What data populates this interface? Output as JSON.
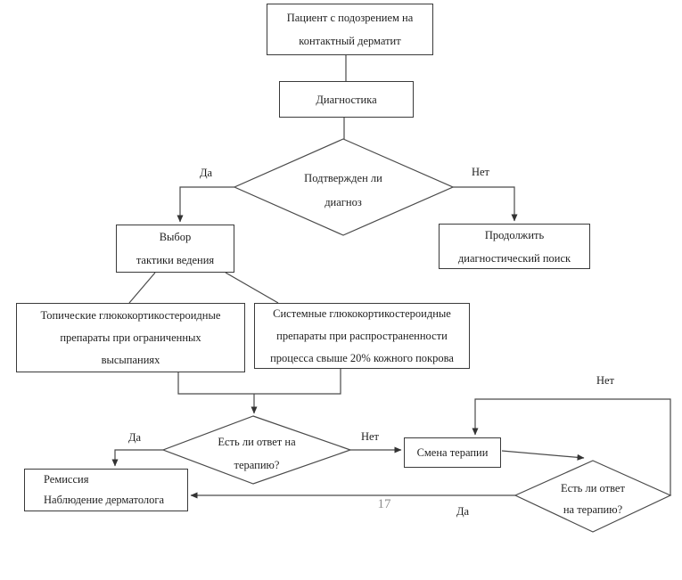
{
  "page": {
    "number": "17"
  },
  "flowchart": {
    "nodes": {
      "patient": {
        "lines": [
          "Пациент с подозрением на",
          "контактный дерматит"
        ]
      },
      "diagnostics": {
        "label": "Диагностика"
      },
      "confirm_diamond": {
        "lines": [
          "Подтвержден ли",
          "диагноз"
        ]
      },
      "tactics": {
        "lines": [
          "Выбор",
          "тактики ведения"
        ]
      },
      "continue_search": {
        "lines": [
          "Продолжить",
          "диагностический поиск"
        ]
      },
      "topical": {
        "lines": [
          "Топические глюкокортикостероидные",
          "препараты при ограниченных",
          "высыпаниях"
        ]
      },
      "systemic": {
        "lines": [
          "Системные глюкокортикостероидные",
          "препараты при распространенности",
          "процесса свыше 20% кожного покрова"
        ]
      },
      "response1_diamond": {
        "lines": [
          "Есть ли ответ на",
          "терапию?"
        ]
      },
      "remission": {
        "lines": [
          "Ремиссия",
          "Наблюдение дерматолога"
        ]
      },
      "change_therapy": {
        "label": "Смена терапии"
      },
      "response2_diamond": {
        "lines": [
          "Есть ли ответ",
          "на терапию?"
        ]
      }
    },
    "edge_labels": {
      "confirm_yes": "Да",
      "confirm_no": "Нет",
      "response1_yes": "Да",
      "response1_no": "Нет",
      "response2_no": "Нет",
      "response2_yes": "Да"
    },
    "colors": {
      "line": "#4a4a4a",
      "border": "#3a3a3a",
      "text": "#1f1f1f",
      "page_number": "#8f8f8f"
    }
  }
}
